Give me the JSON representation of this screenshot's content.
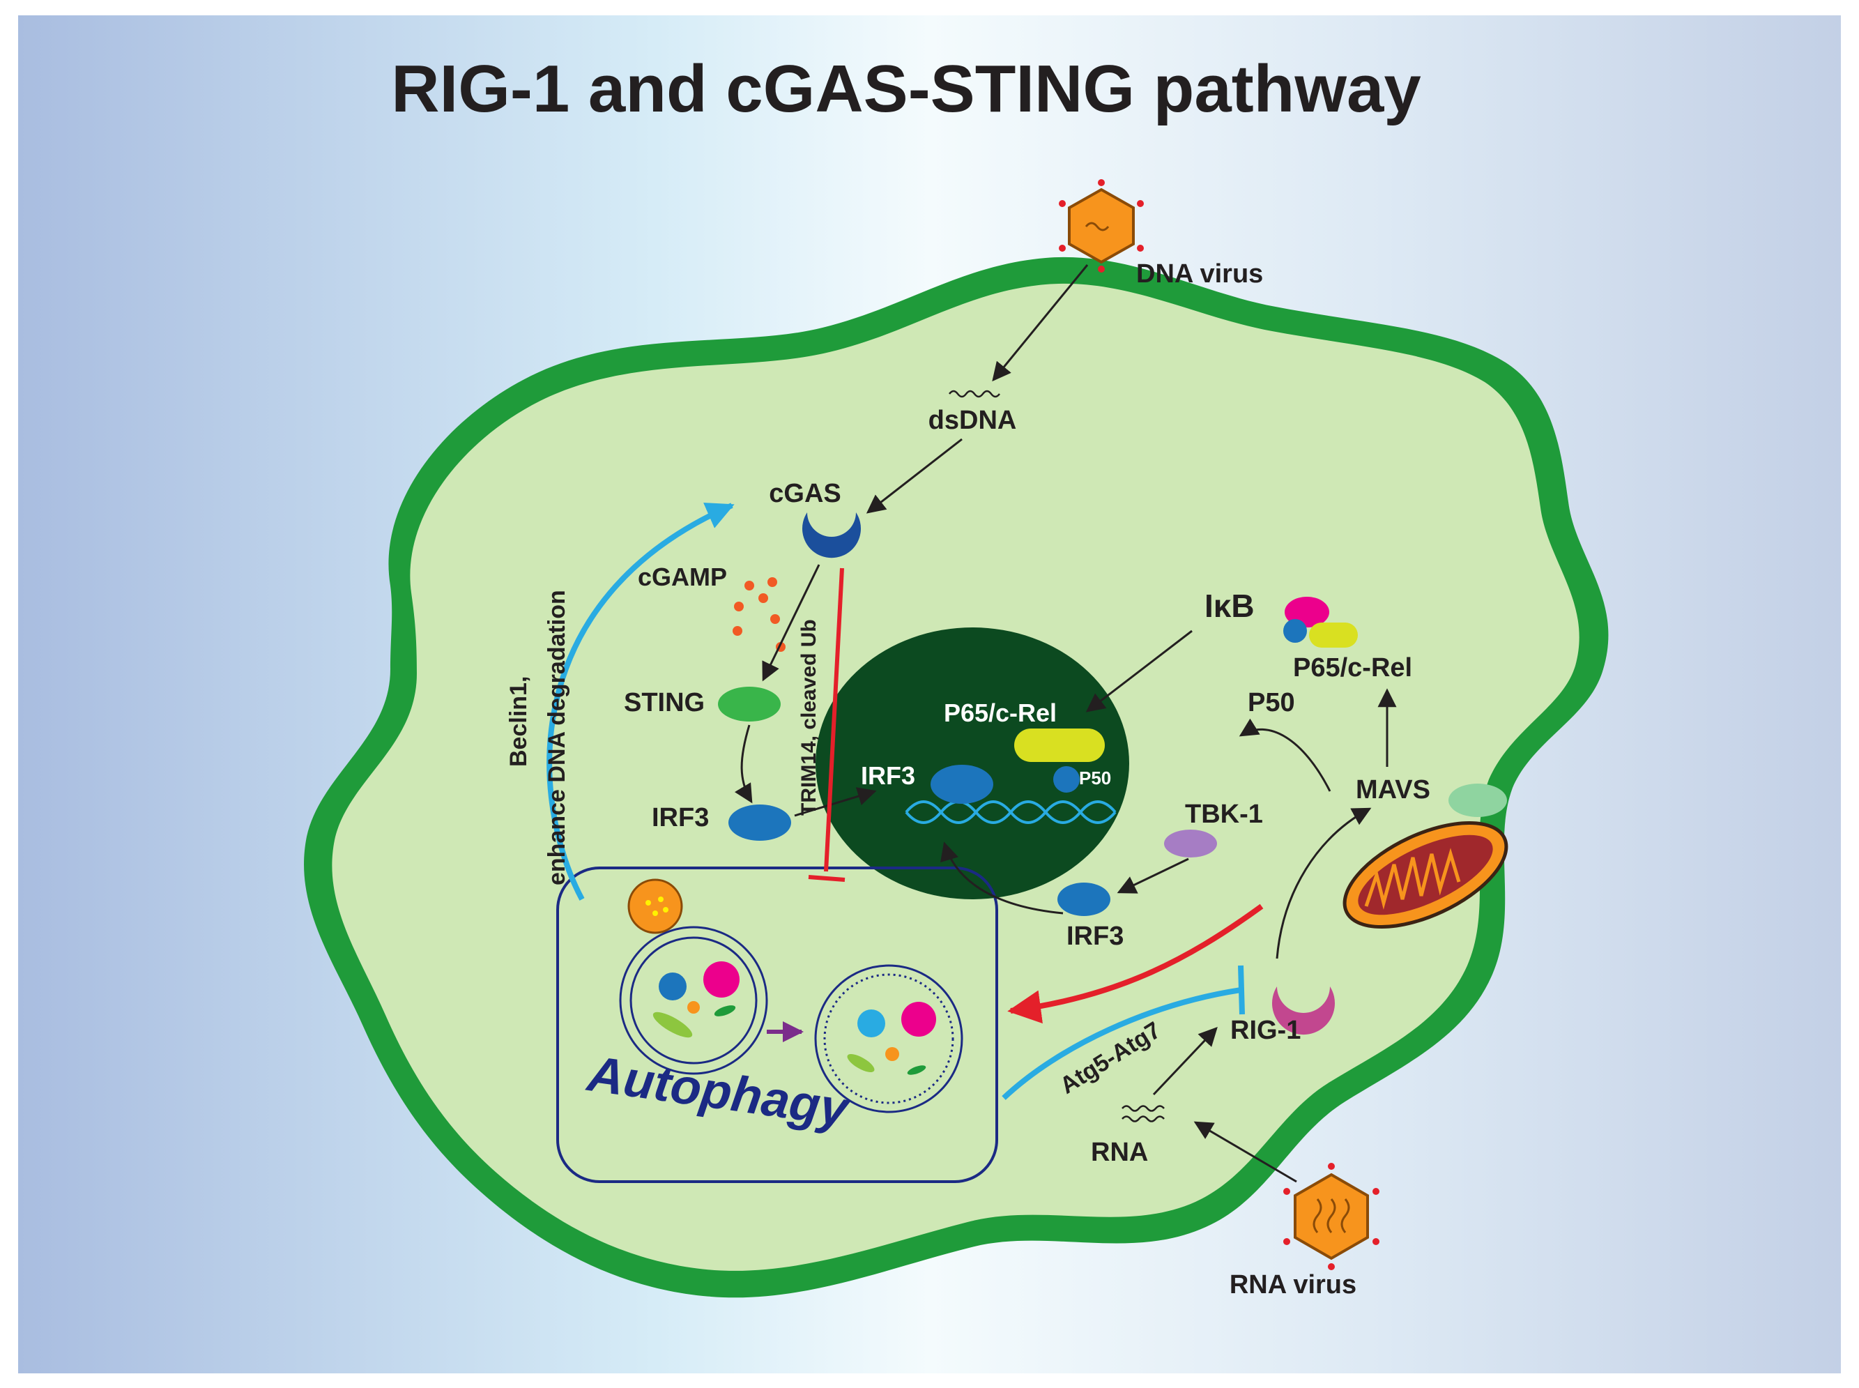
{
  "title": "RIG-1 and cGAS-STING pathway",
  "labels": {
    "dna_virus": "DNA virus",
    "rna_virus": "RNA virus",
    "dsdna": "dsDNA",
    "cgas": "cGAS",
    "cgamp": "cGAMP",
    "sting": "STING",
    "irf3_left": "IRF3",
    "irf3_nucleus": "IRF3",
    "irf3_right": "IRF3",
    "p65_nucleus": "P65/c-Rel",
    "p50_nucleus": "P50",
    "ikb": "IκB",
    "p65_cyto": "P65/c-Rel",
    "p50_cyto": "P50",
    "tbk1": "TBK-1",
    "mavs": "MAVS",
    "rig1": "RIG-1",
    "rna": "RNA",
    "atg": "Atg5-Atg7",
    "trim14": "TRIM14, cleaved Ub",
    "beclin_line1": "Beclin1,",
    "beclin_line2": "enhance DNA degradation",
    "autophagy": "Autophagy"
  },
  "colors": {
    "membrane": "#1f9b3a",
    "cytoplasm": "#cfe8b5",
    "nucleus": "#0c4a20",
    "activation_arrow": "#231f20",
    "inhibition_red": "#e4202a",
    "beclin_blue": "#29abe2",
    "autophagy_text": "#1b2a84",
    "virus_orange": "#f7941d"
  }
}
